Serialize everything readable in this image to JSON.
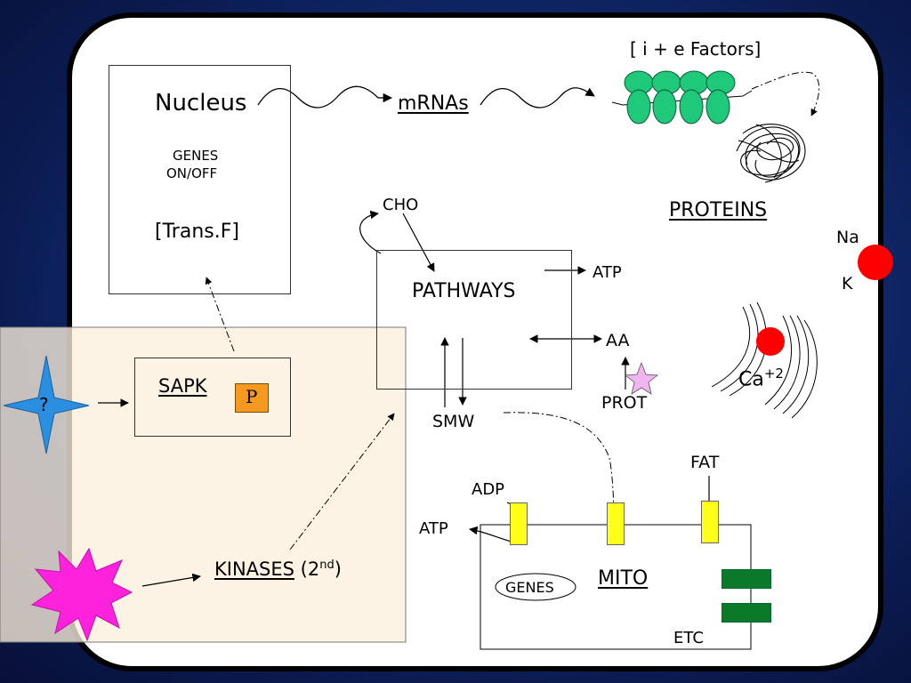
{
  "nucleus": {
    "title": "Nucleus",
    "genes_line1": "GENES",
    "genes_line2": "ON/OFF",
    "transf": "[Trans.F]"
  },
  "mrnas": "mRNAs",
  "factors": "[ i + e Factors]",
  "proteins": "PROTEINS",
  "ions": {
    "na": "Na",
    "k": "K",
    "ca": "Ca",
    "ca_sup": "+2"
  },
  "pathways": {
    "title": "PATHWAYS",
    "cho": "CHO",
    "atp": "ATP",
    "aa": "AA",
    "prot": "PROT",
    "smw": "SMW"
  },
  "sapk": {
    "label": "SAPK",
    "p": "P"
  },
  "stimulus": {
    "question": "?"
  },
  "kinases": {
    "label": "KINASES",
    "paren_open": " (2",
    "sup": "nd",
    "paren_close": ")"
  },
  "mito": {
    "label": "MITO",
    "genes": "GENES",
    "etc": "ETC",
    "adp": "ADP",
    "atp": "ATP",
    "fat": "FAT"
  },
  "colors": {
    "membrane_fill": "#ffffff",
    "membrane_stroke": "#000000",
    "stress_region": "#fdf1e1",
    "ribosome": "#1ec97a",
    "ion_red": "#ff0000",
    "star_pink": "#f0b4f0",
    "burst_magenta": "#ff22dd",
    "star_blue": "#2a8fe0",
    "p_box": "#f59a1e",
    "etc_green": "#0a7a2a",
    "channel_yellow": "#ffff1a"
  }
}
